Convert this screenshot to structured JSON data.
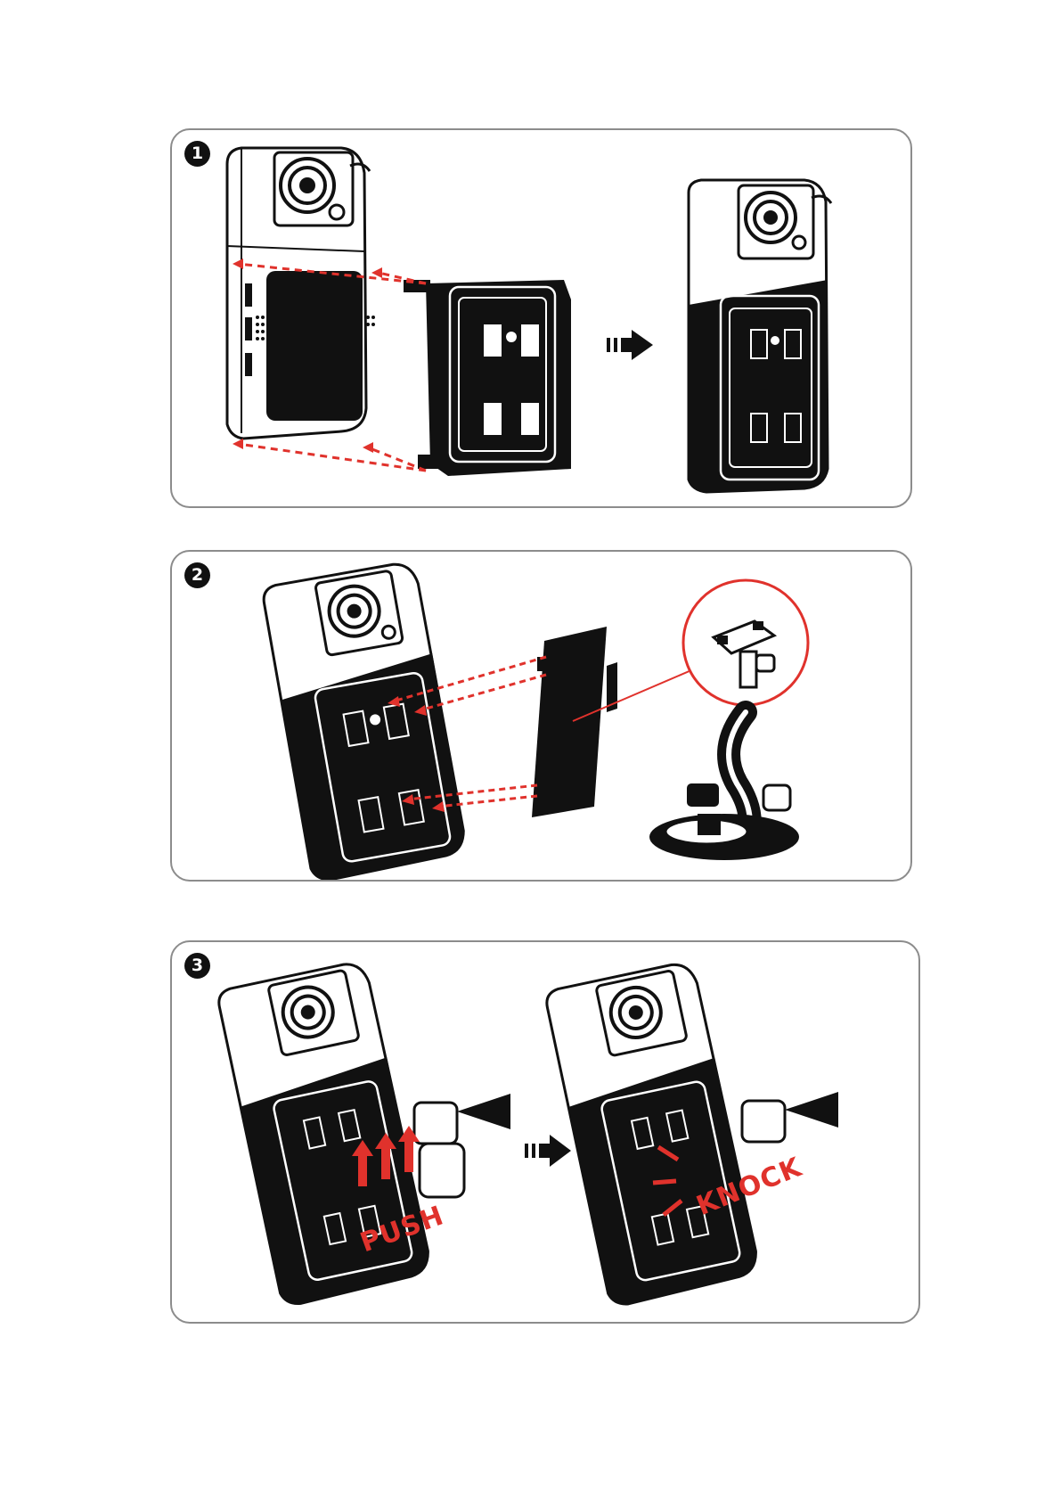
{
  "steps": [
    {
      "number": "1"
    },
    {
      "number": "2"
    },
    {
      "number": "3"
    }
  ],
  "labels": {
    "push": "PUSH",
    "knock": "KNOCK"
  },
  "colors": {
    "arrow_red": "#e0322c",
    "ink": "#111111",
    "panel_border": "#8c8c8c"
  },
  "icons": {
    "next_arrow": "dashed-right-arrow",
    "step_badge": "filled-circle-number"
  }
}
